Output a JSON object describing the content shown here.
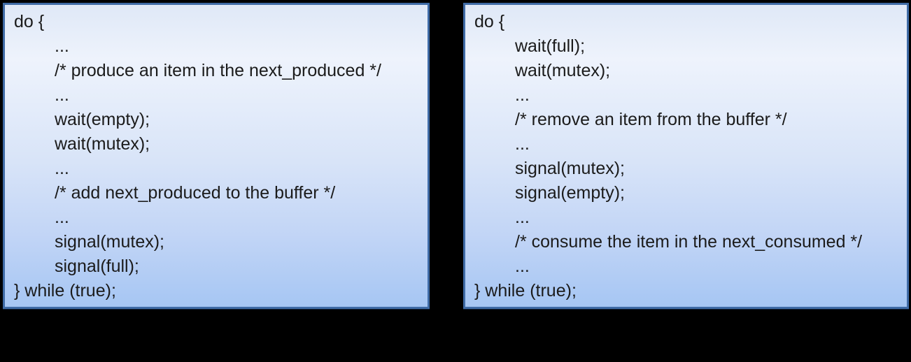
{
  "colors": {
    "background": "#000000",
    "border": "#3f6ba6",
    "fill_top": "#dfe8f7",
    "fill_light": "#eef3fc",
    "fill_mid": "#d8e4f8",
    "fill_low": "#c2d5f6",
    "fill_bottom": "#a6c6f3",
    "text": "#1b1b1b"
  },
  "boxes": [
    {
      "name": "producer",
      "lines": [
        {
          "text": "do {",
          "indent": 0
        },
        {
          "text": "...",
          "indent": 1
        },
        {
          "text": "/* produce an item in the next_produced */",
          "indent": 1
        },
        {
          "text": "...",
          "indent": 1
        },
        {
          "text": "wait(empty);",
          "indent": 1
        },
        {
          "text": "wait(mutex);",
          "indent": 1
        },
        {
          "text": "...",
          "indent": 1
        },
        {
          "text": "/* add next_produced to the buffer */",
          "indent": 1
        },
        {
          "text": "...",
          "indent": 1
        },
        {
          "text": "signal(mutex);",
          "indent": 1
        },
        {
          "text": "signal(full);",
          "indent": 1
        },
        {
          "text": "} while (true);",
          "indent": 0
        }
      ]
    },
    {
      "name": "consumer",
      "lines": [
        {
          "text": "do {",
          "indent": 0
        },
        {
          "text": "wait(full);",
          "indent": 1
        },
        {
          "text": "wait(mutex);",
          "indent": 1
        },
        {
          "text": "...",
          "indent": 1
        },
        {
          "text": "/* remove an item from the buffer */",
          "indent": 1
        },
        {
          "text": "...",
          "indent": 1
        },
        {
          "text": "signal(mutex);",
          "indent": 1
        },
        {
          "text": "signal(empty);",
          "indent": 1
        },
        {
          "text": "...",
          "indent": 1
        },
        {
          "text": "/* consume the item in the next_consumed */",
          "indent": 1
        },
        {
          "text": "...",
          "indent": 1
        },
        {
          "text": "} while (true);",
          "indent": 0
        }
      ]
    }
  ]
}
